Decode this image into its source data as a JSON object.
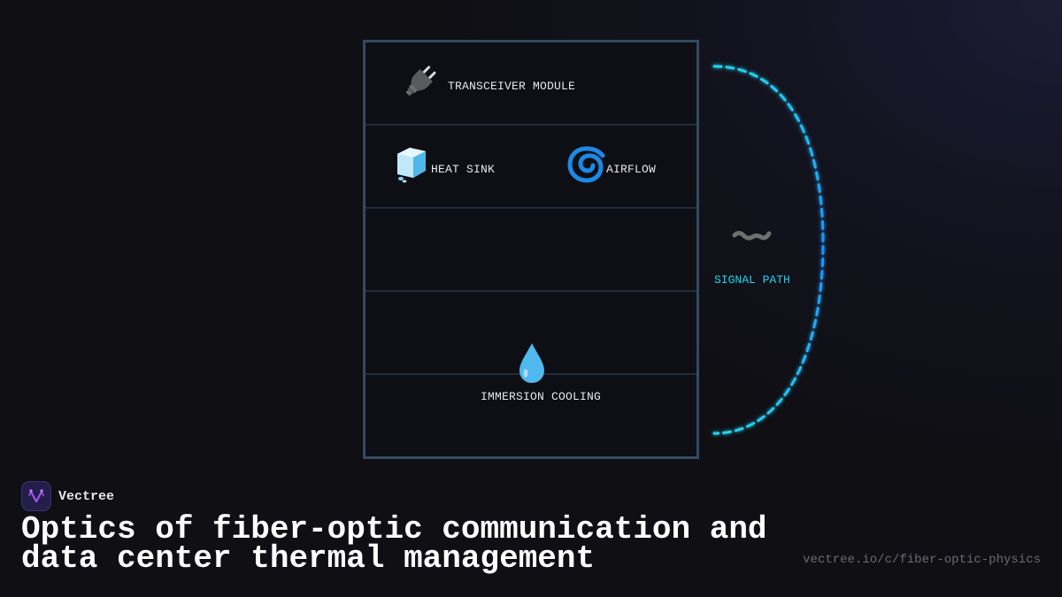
{
  "diagram": {
    "zones": [
      {
        "label": "TRANSCEIVER MODULE",
        "icon": "plug-icon"
      },
      {
        "label": "HEAT SINK",
        "icon": "ice-cube-icon"
      },
      {
        "label": "AIRFLOW",
        "icon": "cyclone-icon"
      },
      {
        "label": "IMMERSION COOLING",
        "icon": "droplet-icon"
      }
    ],
    "signal": {
      "label": "SIGNAL PATH",
      "icon": "wavy-dash-icon",
      "color": "#22d3ee",
      "color_mid": "#1e90ff"
    },
    "frame_color": "#334a63"
  },
  "brand": {
    "name": "Vectree",
    "accent": "#a855f7"
  },
  "title": {
    "line1": "Optics of fiber-optic communication and",
    "line2": "data center thermal management"
  },
  "url": "vectree.io/c/fiber-optic-physics"
}
